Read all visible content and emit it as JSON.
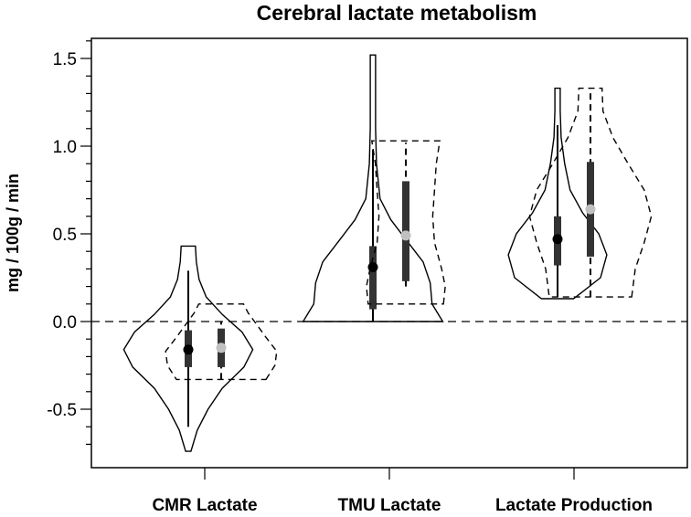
{
  "chart_data": {
    "type": "violin",
    "title": "Cerebral lactate metabolism",
    "ylabel": "mg / 100g / min",
    "xlabel": "",
    "ylim": [
      -0.78,
      1.65
    ],
    "yticks": [
      -0.5,
      0.0,
      0.5,
      1.0,
      1.5
    ],
    "ytick_labels": [
      "-0.5",
      "0.0",
      "0.5",
      "1.0",
      "1.5"
    ],
    "reference_line": 0.0,
    "categories": [
      "CMR Lactate",
      "TMU Lactate",
      "Lactate Production"
    ],
    "colors": {
      "outline": "#000000",
      "median_solid": "#000000",
      "median_dashed": "#c0c0c0",
      "box": "#333333"
    },
    "violins": [
      {
        "category": "CMR Lactate",
        "style": "solid",
        "side": "left",
        "whisker": [
          -0.6,
          0.29
        ],
        "box": [
          -0.26,
          -0.05
        ],
        "median": -0.16,
        "profile": [
          [
            -0.74,
            0.03
          ],
          [
            -0.62,
            0.1
          ],
          [
            -0.5,
            0.22
          ],
          [
            -0.38,
            0.38
          ],
          [
            -0.26,
            0.62
          ],
          [
            -0.16,
            0.72
          ],
          [
            -0.06,
            0.6
          ],
          [
            0.04,
            0.38
          ],
          [
            0.14,
            0.2
          ],
          [
            0.24,
            0.12
          ],
          [
            0.34,
            0.09
          ],
          [
            0.43,
            0.08
          ]
        ]
      },
      {
        "category": "CMR Lactate",
        "style": "dashed",
        "side": "right",
        "whisker": [
          -0.33,
          0.0
        ],
        "box": [
          -0.26,
          -0.04
        ],
        "median": -0.15,
        "profile": [
          [
            -0.33,
            0.5
          ],
          [
            -0.25,
            0.6
          ],
          [
            -0.17,
            0.62
          ],
          [
            -0.09,
            0.5
          ],
          [
            -0.02,
            0.4
          ],
          [
            0.05,
            0.3
          ],
          [
            0.1,
            0.25
          ]
        ]
      },
      {
        "category": "TMU Lactate",
        "style": "solid",
        "side": "left",
        "whisker": [
          0.0,
          0.98
        ],
        "box": [
          0.07,
          0.43
        ],
        "median": 0.31,
        "profile": [
          [
            0.0,
            0.78
          ],
          [
            0.1,
            0.66
          ],
          [
            0.22,
            0.64
          ],
          [
            0.34,
            0.56
          ],
          [
            0.46,
            0.38
          ],
          [
            0.58,
            0.2
          ],
          [
            0.7,
            0.08
          ],
          [
            0.9,
            0.04
          ],
          [
            1.1,
            0.03
          ],
          [
            1.3,
            0.03
          ],
          [
            1.52,
            0.03
          ]
        ]
      },
      {
        "category": "TMU Lactate",
        "style": "dashed",
        "side": "right",
        "whisker": [
          0.2,
          1.02
        ],
        "box": [
          0.23,
          0.8
        ],
        "median": 0.49,
        "profile": [
          [
            0.1,
            0.42
          ],
          [
            0.2,
            0.44
          ],
          [
            0.3,
            0.4
          ],
          [
            0.45,
            0.32
          ],
          [
            0.6,
            0.3
          ],
          [
            0.75,
            0.32
          ],
          [
            0.9,
            0.34
          ],
          [
            1.03,
            0.38
          ]
        ]
      },
      {
        "category": "Lactate Production",
        "style": "solid",
        "side": "left",
        "whisker": [
          0.14,
          1.12
        ],
        "box": [
          0.32,
          0.6
        ],
        "median": 0.47,
        "profile": [
          [
            0.13,
            0.18
          ],
          [
            0.25,
            0.48
          ],
          [
            0.38,
            0.55
          ],
          [
            0.5,
            0.46
          ],
          [
            0.62,
            0.28
          ],
          [
            0.75,
            0.14
          ],
          [
            0.9,
            0.08
          ],
          [
            1.05,
            0.04
          ],
          [
            1.2,
            0.03
          ],
          [
            1.33,
            0.03
          ]
        ]
      },
      {
        "category": "Lactate Production",
        "style": "dashed",
        "side": "right",
        "whisker": [
          0.14,
          1.33
        ],
        "box": [
          0.37,
          0.91
        ],
        "median": 0.64,
        "profile": [
          [
            0.14,
            0.46
          ],
          [
            0.3,
            0.5
          ],
          [
            0.45,
            0.6
          ],
          [
            0.6,
            0.68
          ],
          [
            0.75,
            0.6
          ],
          [
            0.9,
            0.42
          ],
          [
            1.05,
            0.25
          ],
          [
            1.2,
            0.14
          ],
          [
            1.33,
            0.13
          ]
        ]
      }
    ]
  }
}
